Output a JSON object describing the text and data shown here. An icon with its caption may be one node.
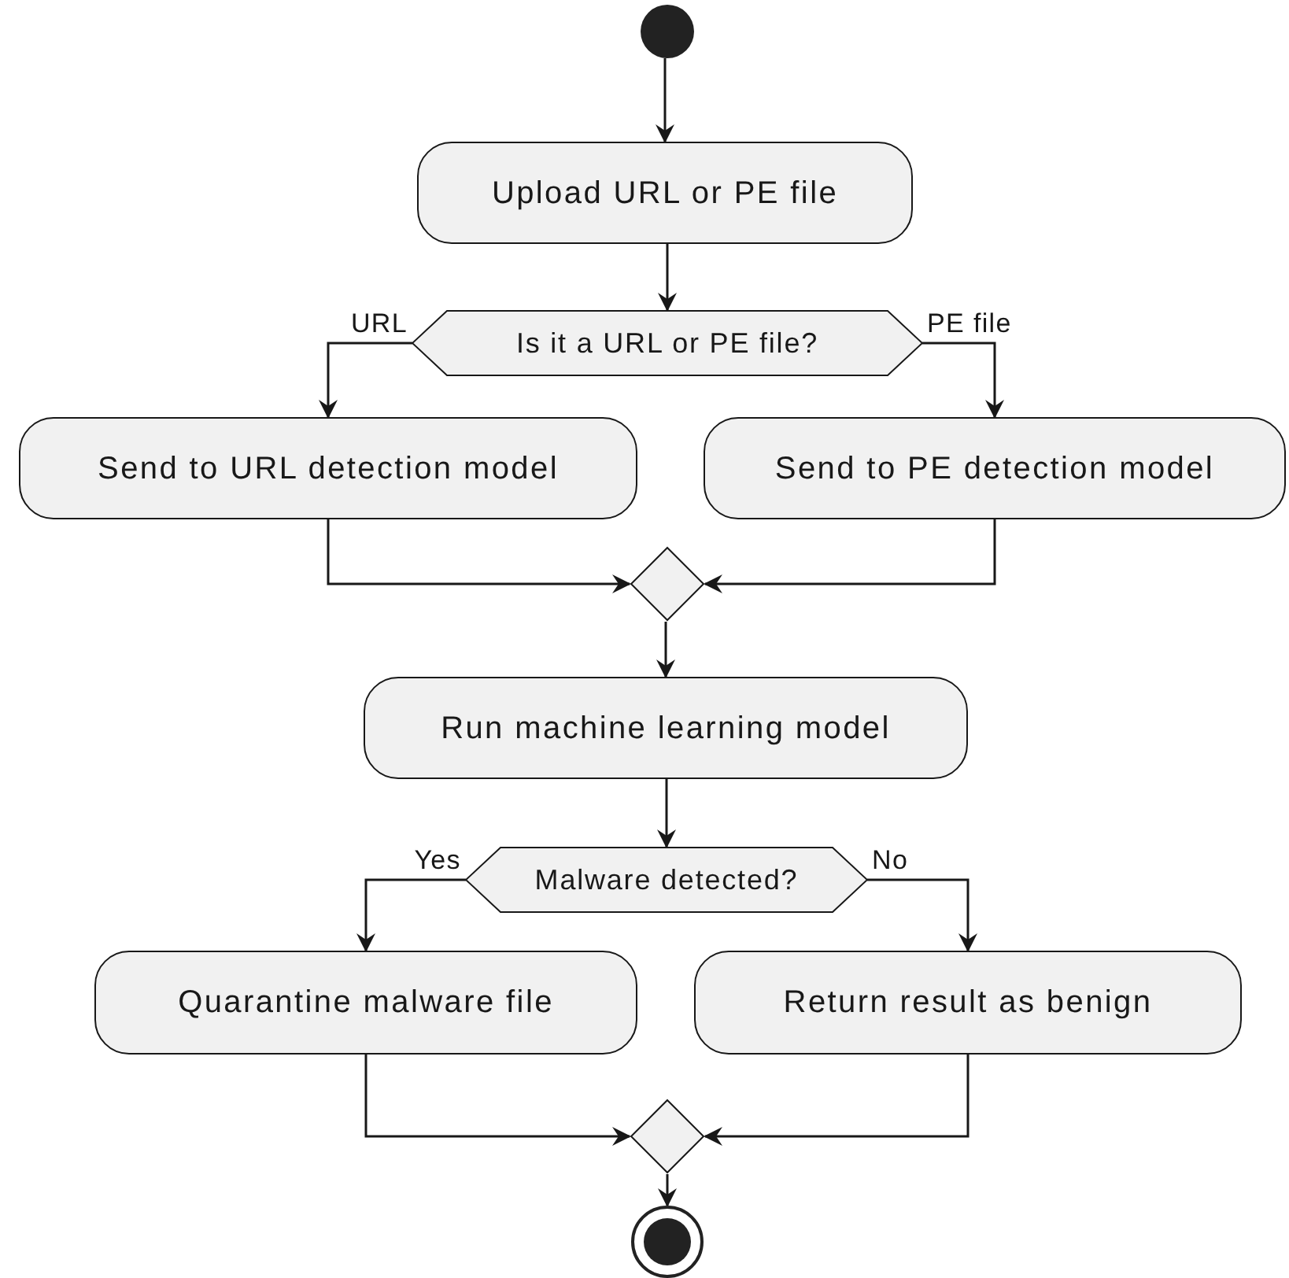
{
  "diagram": {
    "nodes": [
      {
        "text": [],
        "shape": "circle"
      },
      {
        "text": [
          "Upload URL or PE file"
        ]
      },
      {
        "text": [
          "Is it a URL or PE file?"
        ]
      },
      {
        "text": [
          "Send to URL detection model"
        ]
      },
      {
        "text": [
          "Send to PE detection model"
        ]
      },
      {
        "text": [],
        "shape": "diamond"
      },
      {
        "text": [
          "Run machine learning model"
        ]
      },
      {
        "text": [
          "Malware detected?"
        ]
      },
      {
        "text": [
          "Quarantine malware file"
        ]
      },
      {
        "text": [
          "Return result as benign"
        ]
      },
      {
        "text": [],
        "shape": "diamond"
      },
      {
        "text": [],
        "shape": "bullseye"
      }
    ],
    "edges": [
      {
        "from": 0,
        "to": 1,
        "arrow": "to"
      },
      {
        "from": 1,
        "to": 2,
        "arrow": "to"
      },
      {
        "from": 2,
        "to": 3,
        "arrow": "to",
        "label": "URL"
      },
      {
        "from": 2,
        "to": 4,
        "arrow": "to",
        "label": "PE file"
      },
      {
        "from": 3,
        "to": 5,
        "arrow": "to"
      },
      {
        "from": 4,
        "to": 5,
        "arrow": "to"
      },
      {
        "from": 5,
        "to": 6,
        "arrow": "to"
      },
      {
        "from": 6,
        "to": 7,
        "arrow": "to"
      },
      {
        "from": 7,
        "to": 8,
        "arrow": "to",
        "label": "Yes"
      },
      {
        "from": 7,
        "to": 9,
        "arrow": "to",
        "label": "No"
      },
      {
        "from": 8,
        "to": 10,
        "arrow": "to"
      },
      {
        "from": 9,
        "to": 10,
        "arrow": "to"
      },
      {
        "from": 10,
        "to": 11,
        "arrow": "to"
      }
    ]
  }
}
